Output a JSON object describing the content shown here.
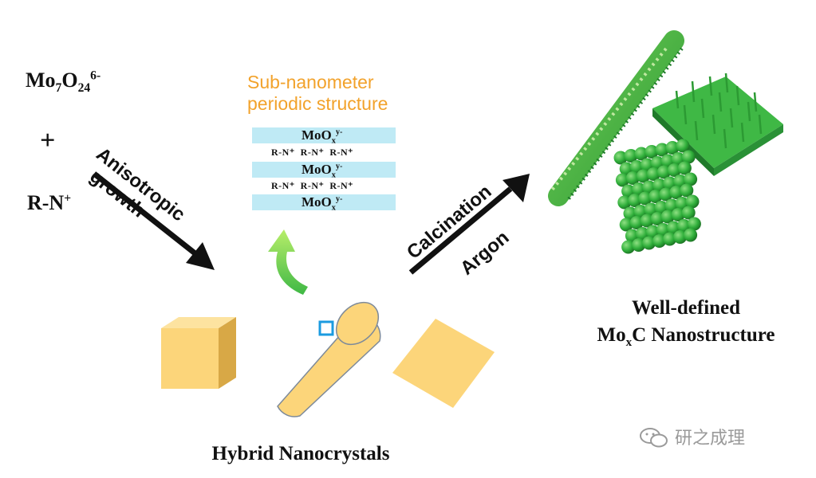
{
  "reactants": {
    "anion_base": "Mo",
    "anion_sub1": "7",
    "anion_mid": "O",
    "anion_sub2": "24",
    "anion_sup": "6-",
    "plus": "+",
    "cation": "R-N",
    "cation_sup": "+"
  },
  "arrow1": {
    "line1": "Anisotropic",
    "line2": "growth"
  },
  "structure": {
    "title_line1": "Sub-nanometer",
    "title_line2": "periodic structure",
    "layer_base": "MoO",
    "layer_sub": "x",
    "layer_sup": "y-",
    "spacer_text": "R-N⁺  R-N⁺  R-N⁺"
  },
  "arrow2": {
    "line1": "Calcination",
    "line2": "Argon"
  },
  "products": {
    "line1": "Well-defined",
    "line2_base": "Mo",
    "line2_sub": "x",
    "line2_rest": "C Nanostructure"
  },
  "hybrid_caption": "Hybrid Nanocrystals",
  "watermark": "研之成理",
  "colors": {
    "crystal": "#fcd57a",
    "crystal_dark": "#e5b554",
    "band": "#bfeaf5",
    "orange_text": "#f2a22b",
    "green": "#3fb845",
    "green_dark": "#1f7a2a"
  }
}
